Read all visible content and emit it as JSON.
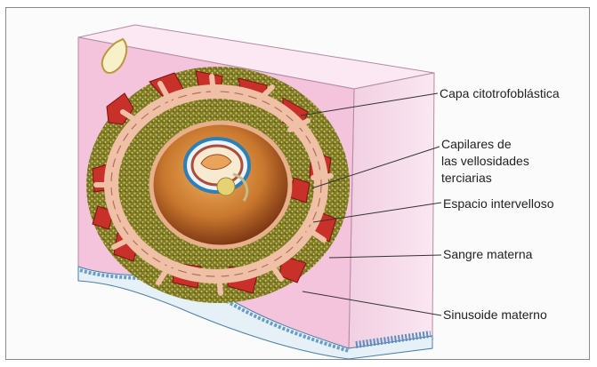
{
  "labels": {
    "capa": "Capa citotrofoblástica",
    "capilares_1": "Capilares de",
    "capilares_2": "las vellosidades",
    "capilares_3": "terciarias",
    "espacio": "Espacio intervelloso",
    "sangre": "Sangre materna",
    "sinusoide": "Sinusoide materno"
  },
  "colors": {
    "block_front": "#f3c6de",
    "block_top": "#fbe6f1",
    "block_side": "#f6d7e8",
    "endometrium_base": "#e9f2f8",
    "trophoblast_speckle": "#8a8a2c",
    "maternal_blood": "#c8322a",
    "villi": "#f0c2a8",
    "cavity": "#c9782e",
    "embryo_ring": "#3a8fc4"
  }
}
